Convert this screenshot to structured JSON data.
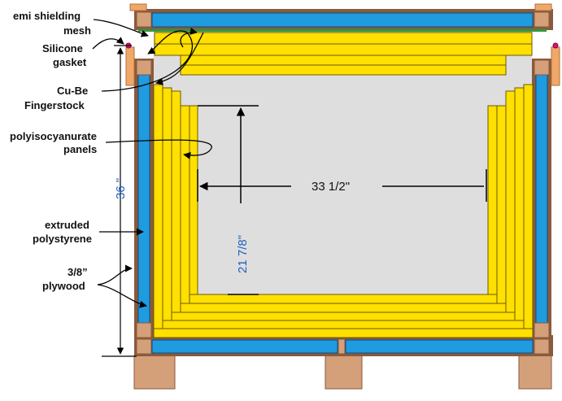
{
  "labels": {
    "emi_line1": "emi shielding",
    "emi_line2": "mesh",
    "gasket_line1": "Silicone",
    "gasket_line2": "gasket",
    "finger_line1": "Cu-Be",
    "finger_line2": "Fingerstock",
    "poly_line1": "polyisocyanurate",
    "poly_line2": "panels",
    "xps_line1": "extruded",
    "xps_line2": "polystyrene",
    "ply_line1": "3/8”",
    "ply_line2": "plywood"
  },
  "dimensions": {
    "height_outer": "36 \"",
    "height_inner": "21 7/8\"",
    "width_inner": "33 1/2\""
  },
  "colors": {
    "insulation_yellow": "#ffe000",
    "polystyrene_blue": "#1f9be0",
    "plywood_brown": "#8a5a3c",
    "lumber_tan": "#d4a07a",
    "interior_gray": "#dedede",
    "mesh_green": "#2e9a3e",
    "dimension_blue": "#1f5fbf"
  }
}
